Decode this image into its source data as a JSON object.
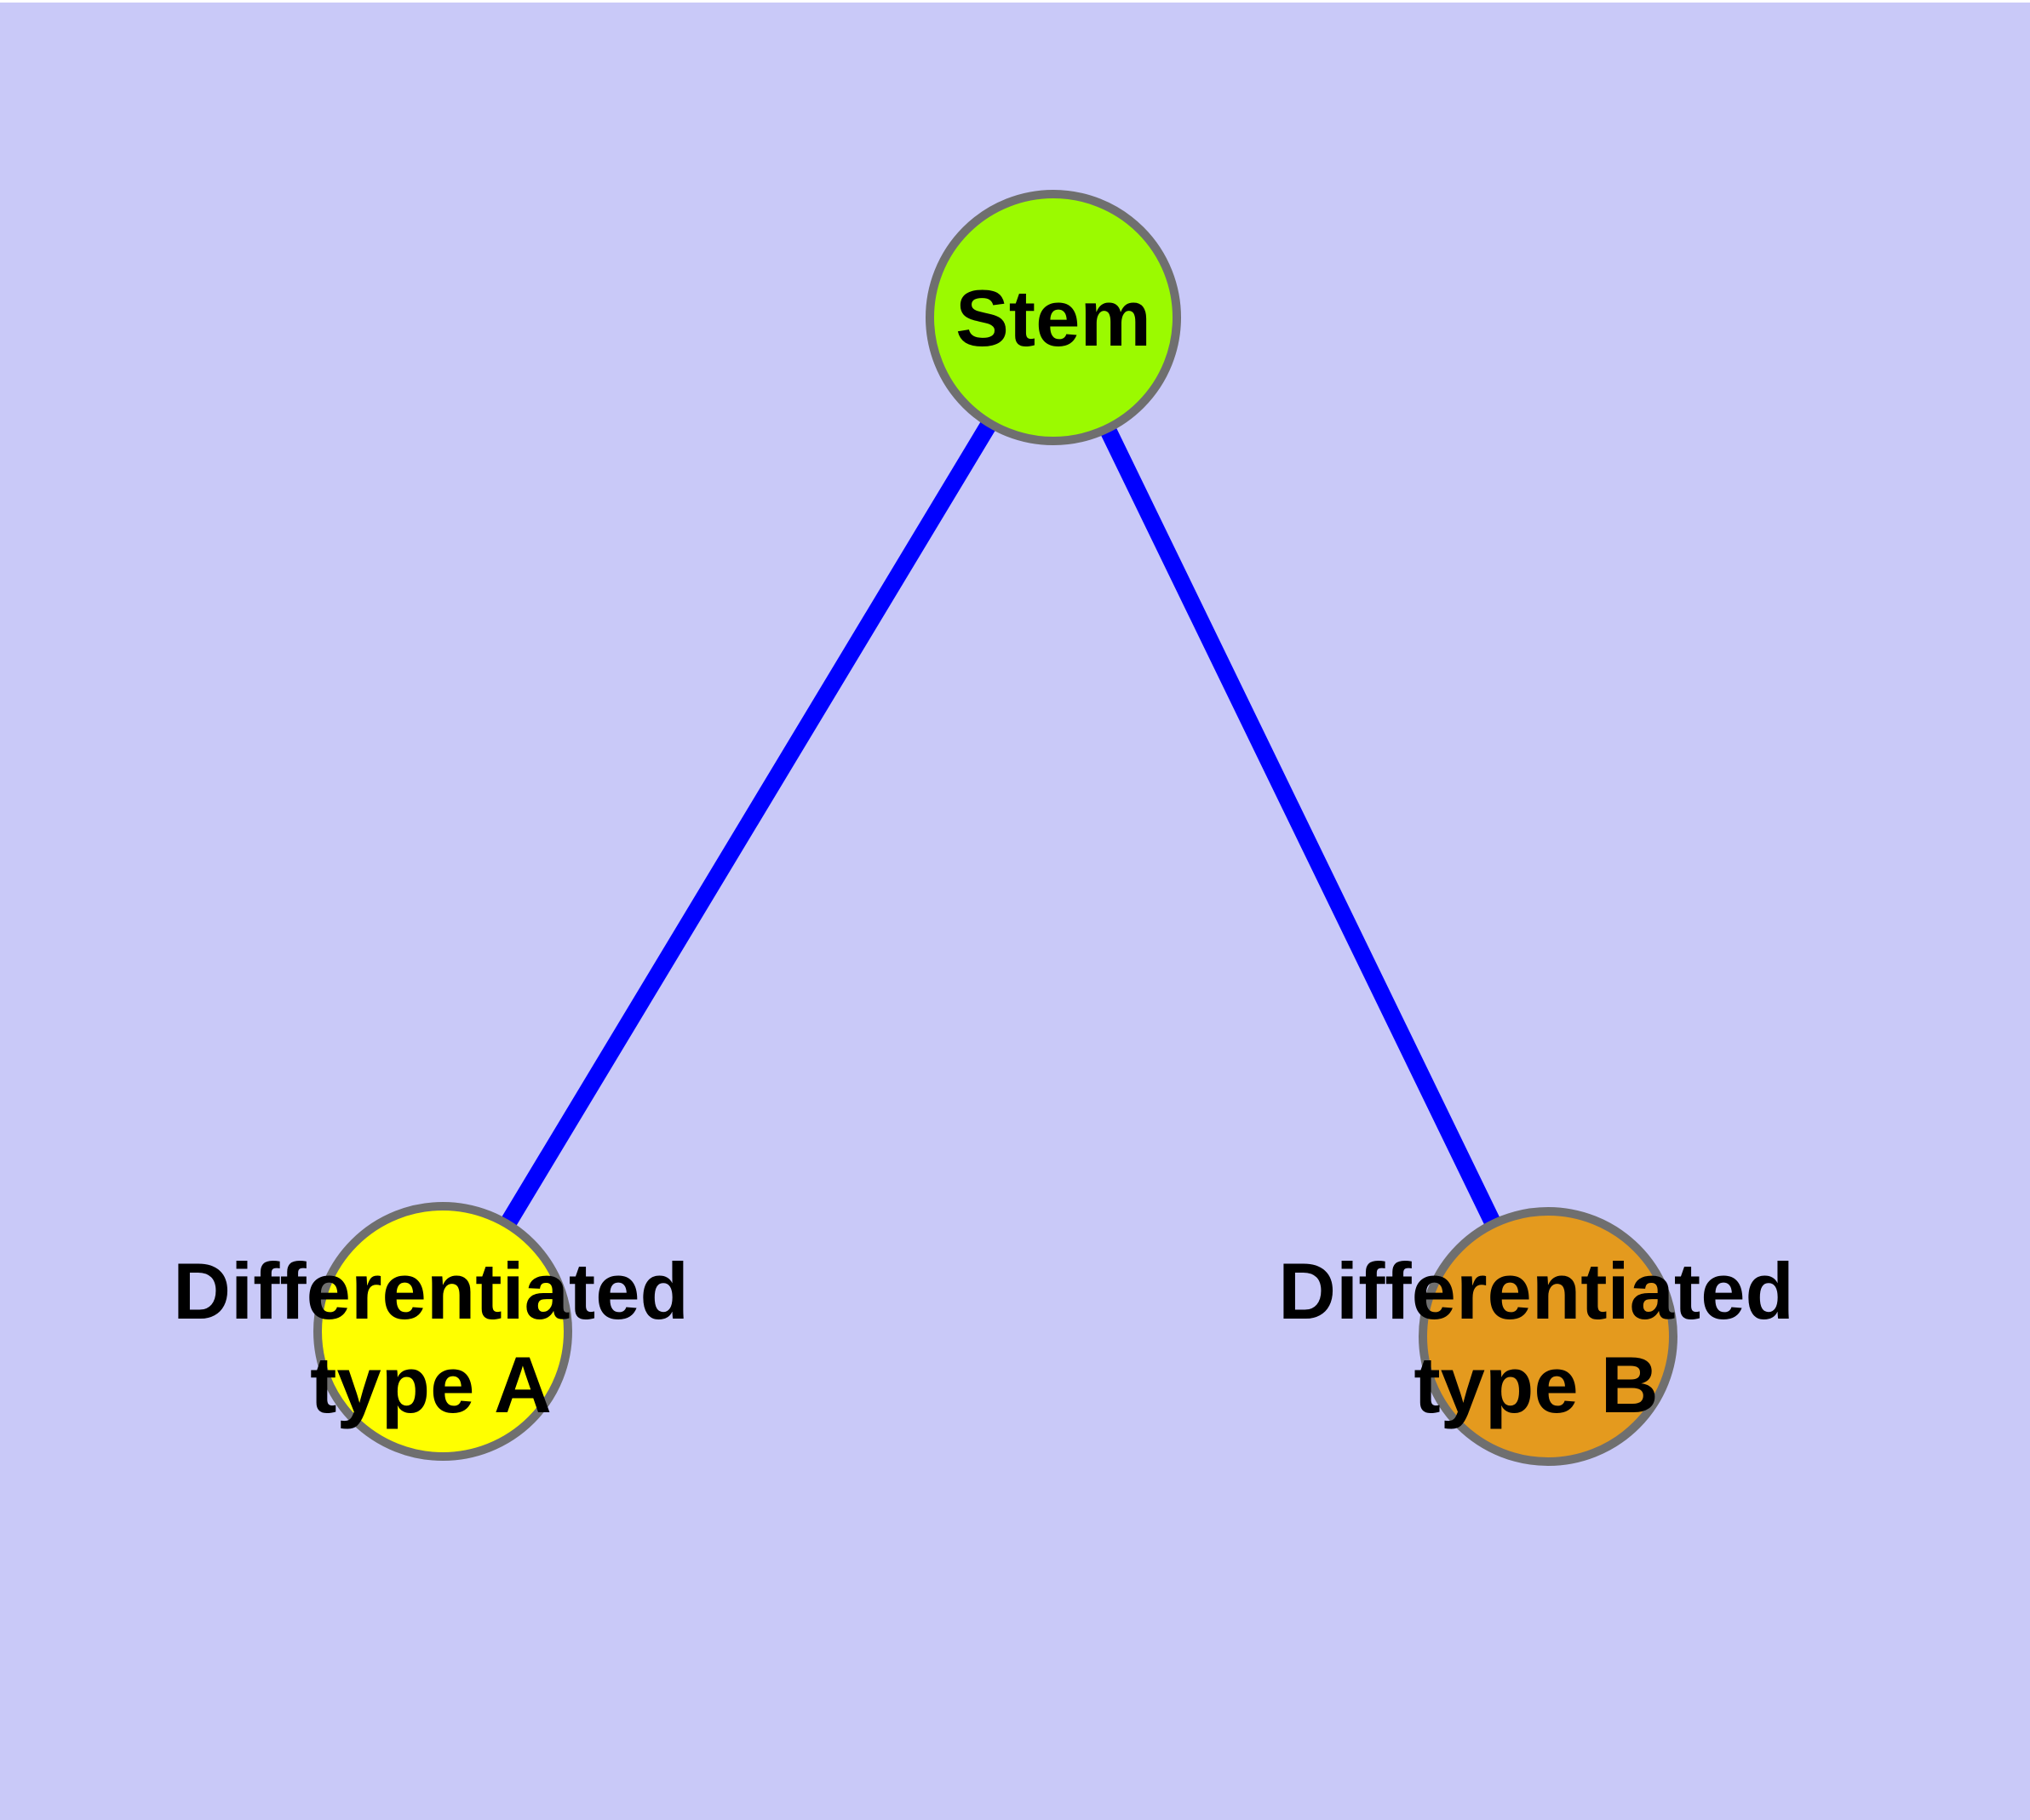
{
  "graph": {
    "background_color": "#c9c9f8",
    "node_border_color": "#6f6f6f",
    "edge_color": "#0000ff",
    "label_color": "#000000",
    "nodes": [
      {
        "id": "stem",
        "label": "Stem",
        "fill_color": "#9bfa00"
      },
      {
        "id": "differentiated-type-a",
        "label": "Differentiated type A",
        "label_line1": "Differentiated",
        "label_line2": "type A",
        "fill_color": "#ffff00"
      },
      {
        "id": "differentiated-type-b",
        "label": "Differentiated type B",
        "label_line1": "Differentiated",
        "label_line2": "type B",
        "fill_color": "#e49a1e"
      }
    ],
    "edges": [
      {
        "from": "stem",
        "to": "differentiated-type-a"
      },
      {
        "from": "stem",
        "to": "differentiated-type-b"
      }
    ]
  }
}
